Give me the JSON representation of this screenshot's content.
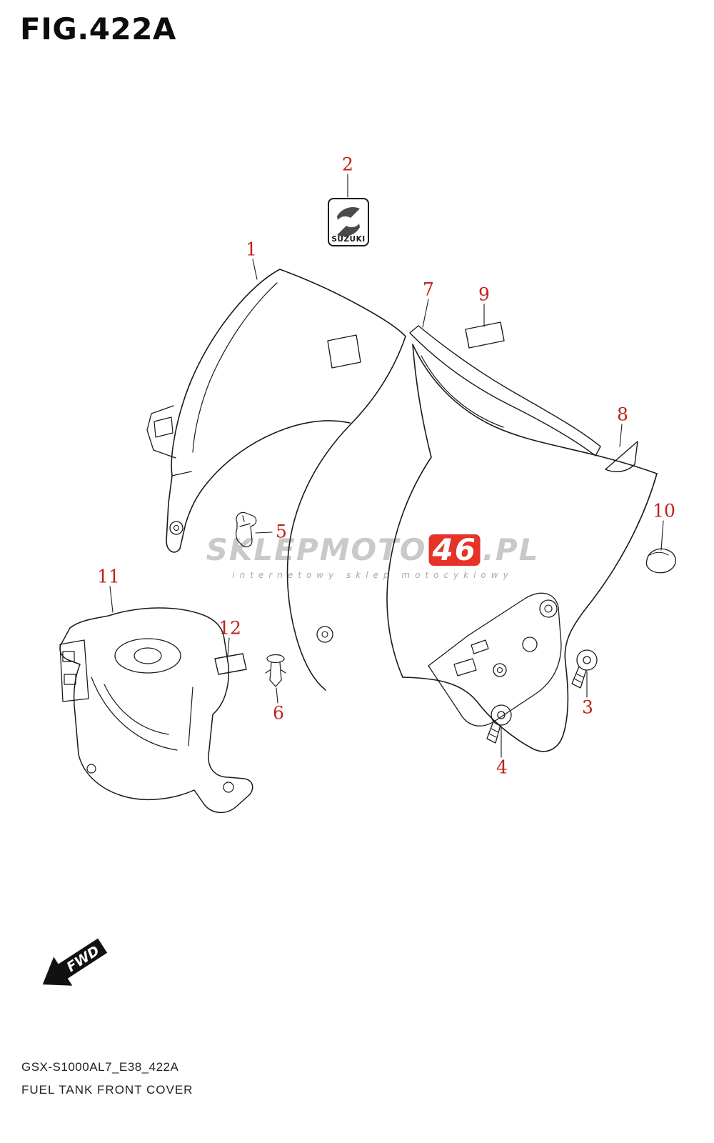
{
  "figure": {
    "title": "FIG.422A",
    "code": "GSX-S1000AL7_E38_422A",
    "caption": "FUEL TANK FRONT COVER"
  },
  "emblem": {
    "brand": "SUZUKI"
  },
  "watermark": {
    "part1": "SKLEPMOTO",
    "part2": "46",
    "part3": ".PL",
    "subtitle": "internetowy sklep motocyklowy"
  },
  "fwd_label": "FWD",
  "callouts": [
    {
      "number": "1"
    },
    {
      "number": "2"
    },
    {
      "number": "3"
    },
    {
      "number": "4"
    },
    {
      "number": "5"
    },
    {
      "number": "6"
    },
    {
      "number": "7"
    },
    {
      "number": "8"
    },
    {
      "number": "9"
    },
    {
      "number": "10"
    },
    {
      "number": "11"
    },
    {
      "number": "12"
    }
  ],
  "colors": {
    "callout_red": "#c1201a",
    "line": "#1a1a1a",
    "watermark_gray": "#c9c9c9",
    "watermark_red": "#e63227"
  }
}
